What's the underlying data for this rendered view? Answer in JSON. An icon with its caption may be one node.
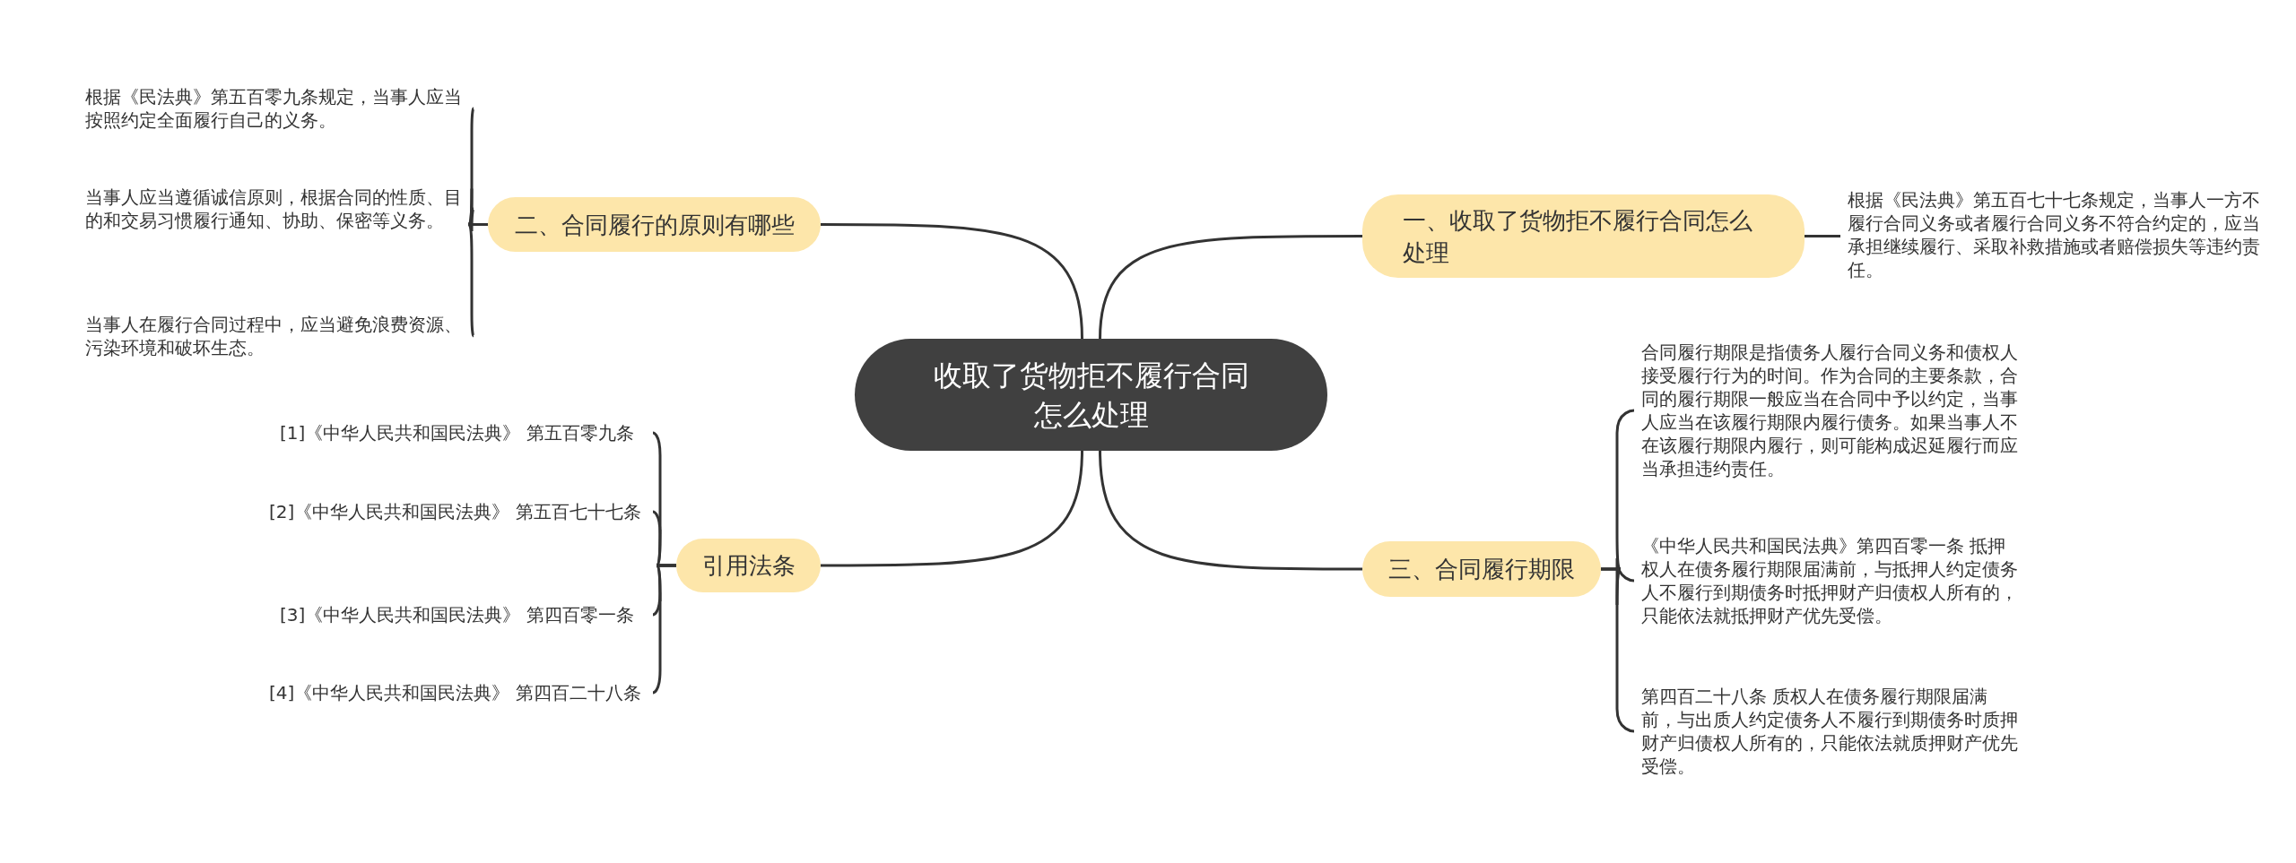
{
  "diagram": {
    "nodes": [
      {
        "text": [
          "收取了货物拒不履行合同怎么处理"
        ]
      },
      {
        "text": [
          "一、收取了货物拒不履行合同怎么处理"
        ]
      },
      {
        "text": [
          "根据《民法典》第五百七十七条规定，当事人一方不履行合同义务或者履行合同义务不符合约定的，应当承担继续履行、采取补救措施或者赔偿损失等违约责任。"
        ]
      },
      {
        "text": [
          "二、合同履行的原则有哪些"
        ]
      },
      {
        "text": [
          "根据《民法典》第五百零九条规定，当事人应当按照约定全面履行自己的义务。"
        ]
      },
      {
        "text": [
          "当事人应当遵循诚信原则，根据合同的性质、目的和交易习惯履行通知、协助、保密等义务。"
        ]
      },
      {
        "text": [
          "当事人在履行合同过程中，应当避免浪费资源、污染环境和破坏生态。"
        ]
      },
      {
        "text": [
          "三、合同履行期限"
        ]
      },
      {
        "text": [
          "合同履行期限是指债务人履行合同义务和债权人接受履行行为的时间。作为合同的主要条款，合同的履行期限一般应当在合同中予以约定，当事人应当在该履行期限内履行债务。如果当事人不在该履行期限内履行，则可能构成迟延履行而应当承担违约责任。"
        ]
      },
      {
        "text": [
          "《中华人民共和国民法典》第四百零一条 抵押权人在债务履行期限届满前，与抵押人约定债务人不履行到期债务时抵押财产归债权人所有的，只能依法就抵押财产优先受偿。"
        ]
      },
      {
        "text": [
          "第四百二十八条 质权人在债务履行期限届满前，与出质人约定债务人不履行到期债务时质押财产归债权人所有的，只能依法就质押财产优先受偿。"
        ]
      },
      {
        "text": [
          "引用法条"
        ]
      },
      {
        "text": [
          "[1]《中华人民共和国民法典》 第五百零九条"
        ]
      },
      {
        "text": [
          "[2]《中华人民共和国民法典》 第五百七十七条"
        ]
      },
      {
        "text": [
          "[3]《中华人民共和国民法典》 第四百零一条"
        ]
      },
      {
        "text": [
          "[4]《中华人民共和国民法典》 第四百二十八条"
        ]
      }
    ],
    "edges": [
      {
        "from": 0,
        "to": 1,
        "arrow": "none"
      },
      {
        "from": 1,
        "to": 2,
        "arrow": "none"
      },
      {
        "from": 0,
        "to": 3,
        "arrow": "none"
      },
      {
        "from": 3,
        "to": 4,
        "arrow": "none"
      },
      {
        "from": 3,
        "to": 5,
        "arrow": "none"
      },
      {
        "from": 3,
        "to": 6,
        "arrow": "none"
      },
      {
        "from": 0,
        "to": 7,
        "arrow": "none"
      },
      {
        "from": 7,
        "to": 8,
        "arrow": "none"
      },
      {
        "from": 7,
        "to": 9,
        "arrow": "none"
      },
      {
        "from": 7,
        "to": 10,
        "arrow": "none"
      },
      {
        "from": 0,
        "to": 11,
        "arrow": "none"
      },
      {
        "from": 11,
        "to": 12,
        "arrow": "none"
      },
      {
        "from": 11,
        "to": 13,
        "arrow": "none"
      },
      {
        "from": 11,
        "to": 14,
        "arrow": "none"
      },
      {
        "from": 11,
        "to": 15,
        "arrow": "none"
      }
    ]
  }
}
